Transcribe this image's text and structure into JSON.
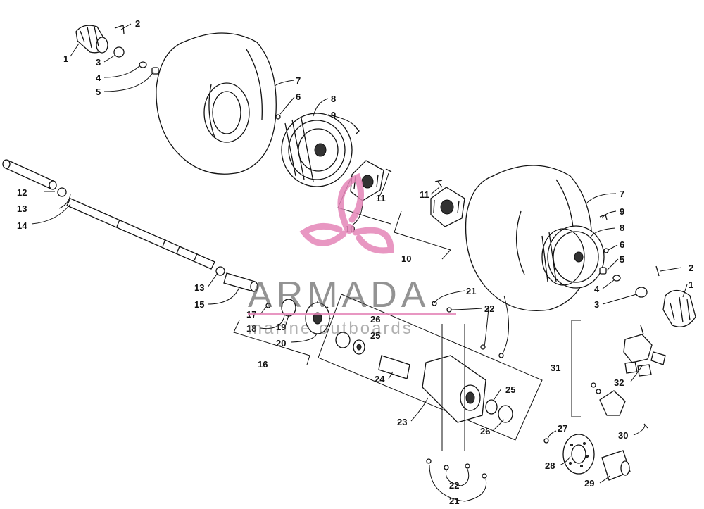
{
  "watermark": {
    "brand": "ARMADA",
    "tagline": "marine outboards",
    "color": "#e586b8",
    "text_color": "#555555"
  },
  "callouts": {
    "c1a": "1",
    "c2a": "2",
    "c3a": "3",
    "c4a": "4",
    "c5a": "5",
    "c6a": "6",
    "c7a": "7",
    "c8a": "8",
    "c9a": "9",
    "c10a": "10",
    "c11a": "11",
    "c11b": "11",
    "c10b": "10",
    "c12": "12",
    "c13a": "13",
    "c14": "14",
    "c7b": "7",
    "c9b": "9",
    "c8b": "8",
    "c6b": "6",
    "c5b": "5",
    "c2b": "2",
    "c1b": "1",
    "c4b": "4",
    "c3b": "3",
    "c13b": "13",
    "c15": "15",
    "c17": "17",
    "c18": "18",
    "c19": "19",
    "c20": "20",
    "c16": "16",
    "c21a": "21",
    "c22a": "22",
    "c26a": "26",
    "c25a": "25",
    "c24": "24",
    "c23": "23",
    "c25b": "25",
    "c26b": "26",
    "c22b": "22",
    "c21b": "21",
    "c31": "31",
    "c32": "32",
    "c30": "30",
    "c27": "27",
    "c28": "28",
    "c29": "29"
  }
}
